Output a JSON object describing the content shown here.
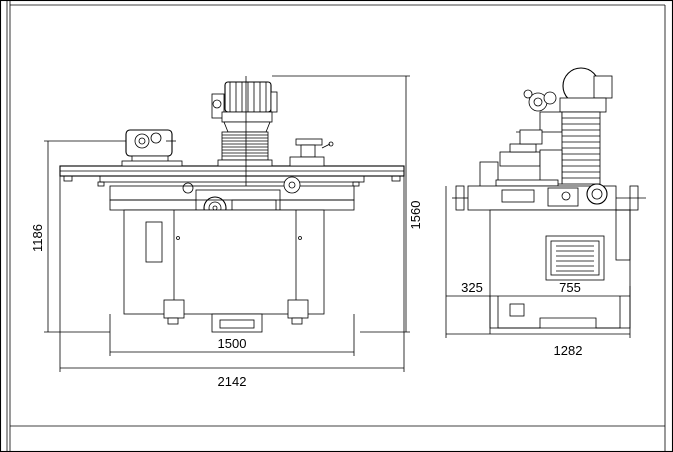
{
  "drawing": {
    "front_view": {
      "overall_width": "2142",
      "base_width": "1500",
      "table_height": "1186",
      "overall_height": "1560"
    },
    "side_view": {
      "overall_depth": "1282",
      "offset_left": "325",
      "base_depth": "755"
    }
  }
}
